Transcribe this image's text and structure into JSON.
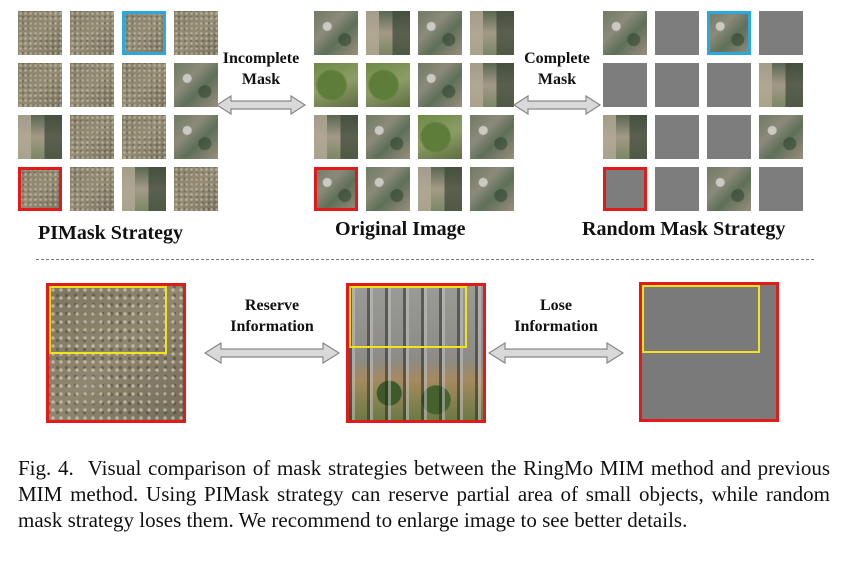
{
  "figure": {
    "panels": {
      "pimask_label": "PIMask Strategy",
      "original_label": "Original Image",
      "random_label": "Random Mask Strategy"
    },
    "arrows": {
      "incomplete": [
        "Incomplete",
        "Mask"
      ],
      "complete": [
        "Complete",
        "Mask"
      ],
      "reserve": [
        "Reserve",
        "Information"
      ],
      "lose": [
        "Lose",
        "Information"
      ]
    },
    "colors": {
      "highlight_blue": "#29a9e0",
      "highlight_red": "#e01b1b",
      "region_yellow": "#f2e21a",
      "mask_gray": "#7d7d7d"
    }
  },
  "caption": {
    "number": "Fig. 4.",
    "text": "Visual comparison of mask strategies between the RingMo MIM method and previous MIM method. Using PIMask strategy can reserve partial area of small objects, while random mask strategy loses them. We recommend to enlarge image to see better details."
  }
}
